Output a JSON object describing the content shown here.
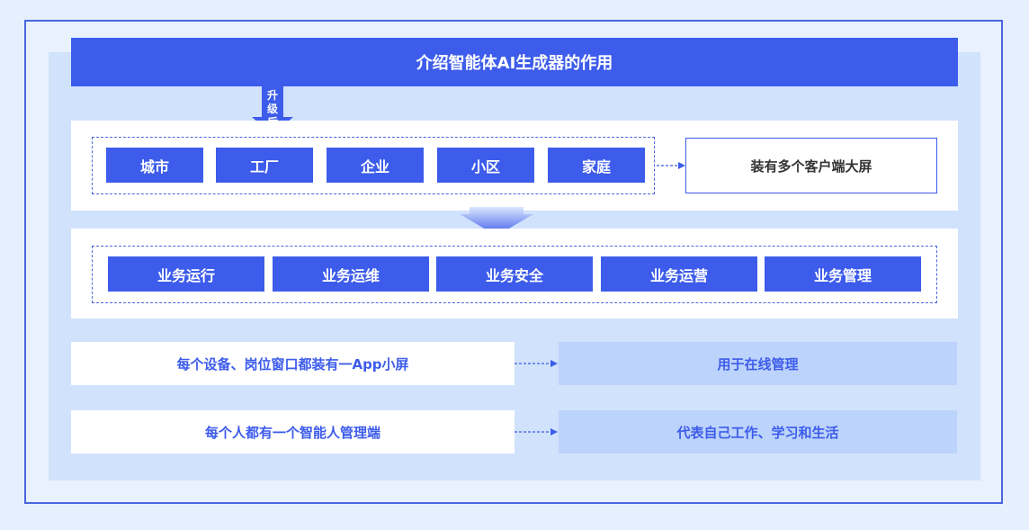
{
  "title": "介绍智能体AI生成器的作用",
  "upgrade_label": "升级后",
  "scenes": [
    "城市",
    "工厂",
    "企业",
    "小区",
    "家庭"
  ],
  "scene_result": "装有多个客户端大屏",
  "business": [
    "业务运行",
    "业务运维",
    "业务安全",
    "业务运营",
    "业务管理"
  ],
  "rows": [
    {
      "left": "每个设备、岗位窗口都装有一App小屏",
      "right": "用于在线管理"
    },
    {
      "left": "每个人都有一个智能人管理端",
      "right": "代表自己工作、学习和生活"
    }
  ],
  "colors": {
    "primary": "#3d5ceb",
    "light_panel": "#d1e2fc",
    "row_blue": "#bcd3fb"
  }
}
